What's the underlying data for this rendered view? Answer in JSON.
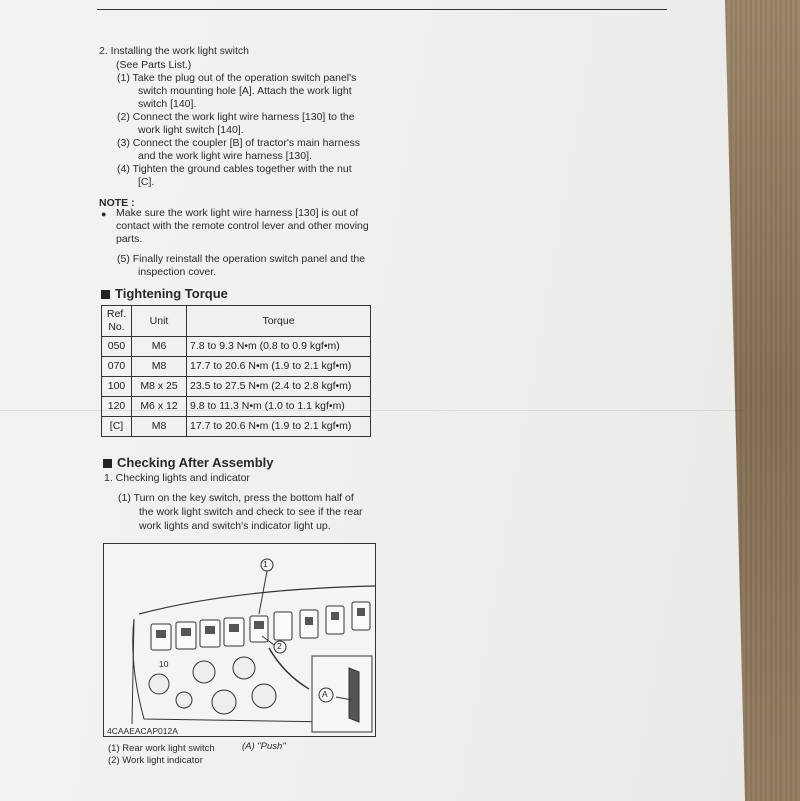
{
  "step2": {
    "title": "2.  Installing the work light switch",
    "subtitle": "(See Parts List.)",
    "s1_l1": "(1)  Take the plug out of the operation switch panel's",
    "s1_l2": "switch mounting hole [A]. Attach the work light",
    "s1_l3": "switch [140].",
    "s2_l1": "(2)  Connect the work light wire harness [130] to the",
    "s2_l2": "work light switch [140].",
    "s3_l1": "(3)  Connect the coupler [B] of tractor's main harness",
    "s3_l2": "and the work light wire harness [130].",
    "s4_l1": "(4)  Tighten the ground cables together with the nut",
    "s4_l2": "[C]."
  },
  "note": {
    "heading": "NOTE :",
    "l1": "Make sure the work light wire harness [130] is out of",
    "l2": "contact with the remote control lever and other moving",
    "l3": "parts."
  },
  "step5": {
    "l1": "(5)  Finally reinstall the operation switch panel and the",
    "l2": "inspection cover."
  },
  "torque_section": {
    "heading": "Tightening Torque",
    "col_ref_1": "Ref.",
    "col_ref_2": "No.",
    "col_unit": "Unit",
    "col_torque": "Torque",
    "rows": [
      {
        "ref": "050",
        "unit": "M6",
        "torque": "7.8 to 9.3 N•m (0.8 to 0.9 kgf•m)"
      },
      {
        "ref": "070",
        "unit": "M8",
        "torque": "17.7 to 20.6 N•m (1.9 to 2.1 kgf•m)"
      },
      {
        "ref": "100",
        "unit": "M8 x 25",
        "torque": "23.5 to 27.5 N•m (2.4 to 2.8 kgf•m)"
      },
      {
        "ref": "120",
        "unit": "M6 x 12",
        "torque": "9.8 to 11.3 N•m (1.0 to 1.1 kgf•m)"
      },
      {
        "ref": "[C]",
        "unit": "M8",
        "torque": "17.7 to 20.6 N•m (1.9 to 2.1 kgf•m)"
      }
    ]
  },
  "checking": {
    "heading": "Checking After Assembly",
    "item1": "1.  Checking lights and indicator",
    "s1_l1": "(1)  Turn on the key switch, press the bottom half of",
    "s1_l2": "the work light switch and check to see if the rear",
    "s1_l3": "work lights and switch's indicator light up."
  },
  "figure": {
    "code": "4CAAEACAP012A",
    "callout1": "1",
    "callout2": "2",
    "calloutA": "A",
    "gauge_mark": "10",
    "cap1": "(1) Rear work light switch",
    "cap2": "(2) Work light indicator",
    "capA": "(A) \"Push\""
  }
}
